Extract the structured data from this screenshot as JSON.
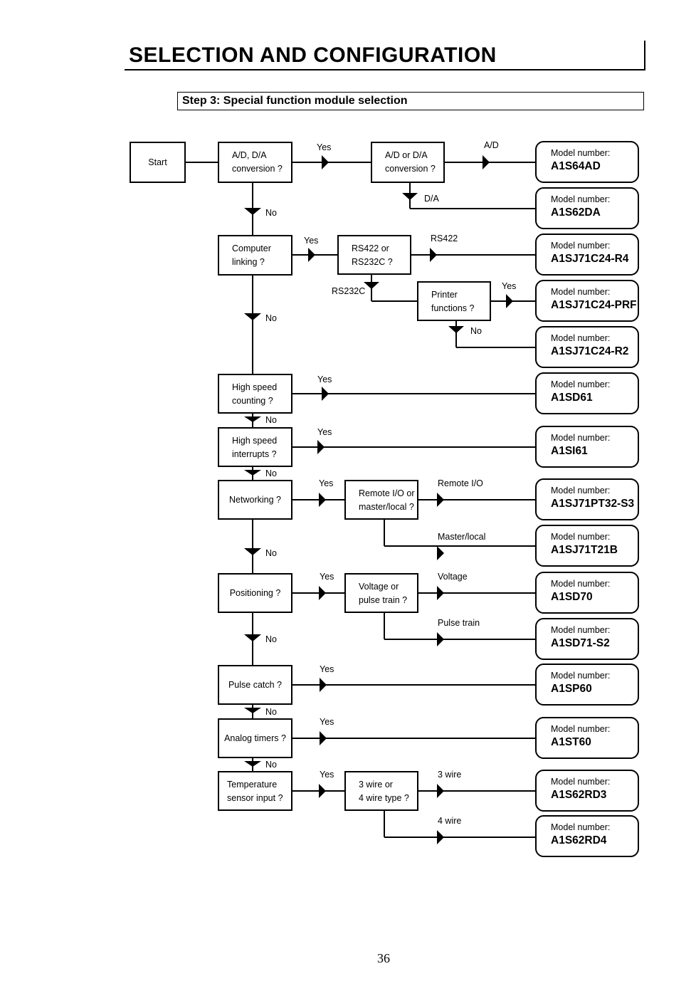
{
  "title": "SELECTION AND CONFIGURATION",
  "step_title": "Step 3: Special function module selection",
  "page_number": "36",
  "model_prefix": "Model number:",
  "decisions": {
    "start": "Start",
    "ad_da": [
      "A/D, D/A",
      "conversion ?"
    ],
    "ad_or_da": [
      "A/D or D/A",
      "conversion ?"
    ],
    "computer": [
      "Computer",
      "linking ?"
    ],
    "rs422_rs232": [
      "RS422 or",
      "RS232C ?"
    ],
    "printer": [
      "Printer",
      "functions ?"
    ],
    "high_speed_counting": [
      "High speed",
      "counting ?"
    ],
    "high_speed_interrupts": [
      "High speed",
      "interrupts ?"
    ],
    "networking": "Networking ?",
    "remote_io": [
      "Remote I/O or",
      "master/local ?"
    ],
    "positioning": "Positioning ?",
    "voltage_pulse": [
      "Voltage or",
      "pulse train ?"
    ],
    "pulse_catch": "Pulse catch ?",
    "analog_timers": "Analog timers ?",
    "temperature": [
      "Temperature",
      "sensor input ?"
    ],
    "wire_type": [
      "3 wire or",
      "4 wire type ?"
    ]
  },
  "models": [
    "A1S64AD",
    "A1S62DA",
    "A1SJ71C24-R4",
    "A1SJ71C24-PRF",
    "A1SJ71C24-R2",
    "A1SD61",
    "A1SI61",
    "A1SJ71PT32-S3",
    "A1SJ71T21B",
    "A1SD70",
    "A1SD71-S2",
    "A1SP60",
    "A1ST60",
    "A1S62RD3",
    "A1S62RD4"
  ],
  "labels": {
    "yes": "Yes",
    "no": "No",
    "ad": "A/D",
    "da": "D/A",
    "rs422": "RS422",
    "rs232c": "RS232C",
    "remote_io": "Remote I/O",
    "master_local": "Master/local",
    "voltage": "Voltage",
    "pulse_train": "Pulse train",
    "three_wire": "3 wire",
    "four_wire": "4 wire"
  }
}
